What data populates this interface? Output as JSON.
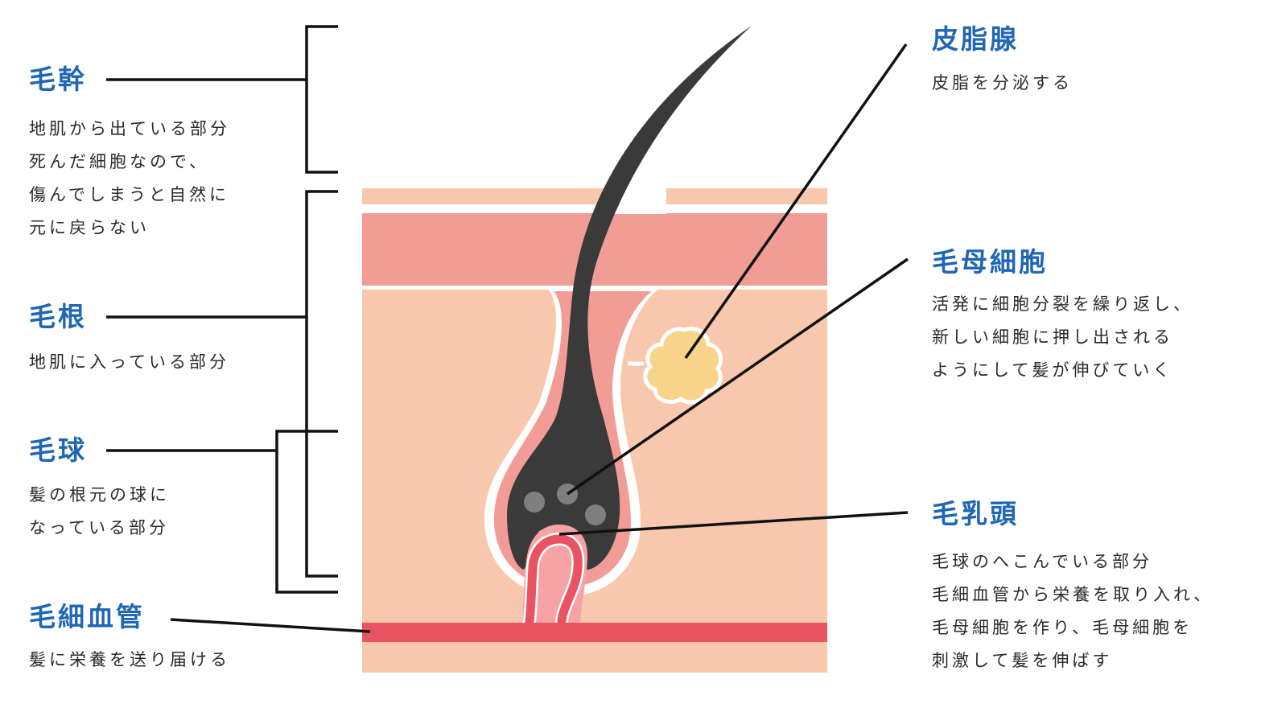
{
  "colors": {
    "title_blue": "#1f66b3",
    "text": "#2a2a2a",
    "line": "#111111",
    "epidermis": "#f7c8ad",
    "dermis_band": "#f29c96",
    "tissue": "#f7c8ad",
    "follicle_sheath": "#f29c96",
    "hair": "#3a3a3a",
    "hair_cells": "#7f7f7f",
    "papilla": "#f7a3a6",
    "capillary": "#e85462",
    "sebaceous": "#f8d48a",
    "white": "#ffffff"
  },
  "left": {
    "shaft": {
      "title": "毛幹",
      "lines": [
        "地肌から出ている部分",
        "死んだ細胞なので、",
        "傷んでしまうと自然に",
        "元に戻らない"
      ]
    },
    "root": {
      "title": "毛根",
      "lines": [
        "地肌に入っている部分"
      ]
    },
    "bulb": {
      "title": "毛球",
      "lines": [
        "髪の根元の球に",
        "なっている部分"
      ]
    },
    "capillary": {
      "title": "毛細血管",
      "lines": [
        "髪に栄養を送り届ける"
      ]
    }
  },
  "right": {
    "sebaceous": {
      "title": "皮脂腺",
      "lines": [
        "皮脂を分泌する"
      ]
    },
    "matrix": {
      "title": "毛母細胞",
      "lines": [
        "活発に細胞分裂を繰り返し、",
        "新しい細胞に押し出される",
        "ようにして髪が伸びていく"
      ]
    },
    "papilla": {
      "title": "毛乳頭",
      "lines": [
        "毛球のへこんでいる部分",
        "毛細血管から栄養を取り入れ、",
        "毛母細胞を作り、毛母細胞を",
        "刺激して髪を伸ばす"
      ]
    }
  }
}
